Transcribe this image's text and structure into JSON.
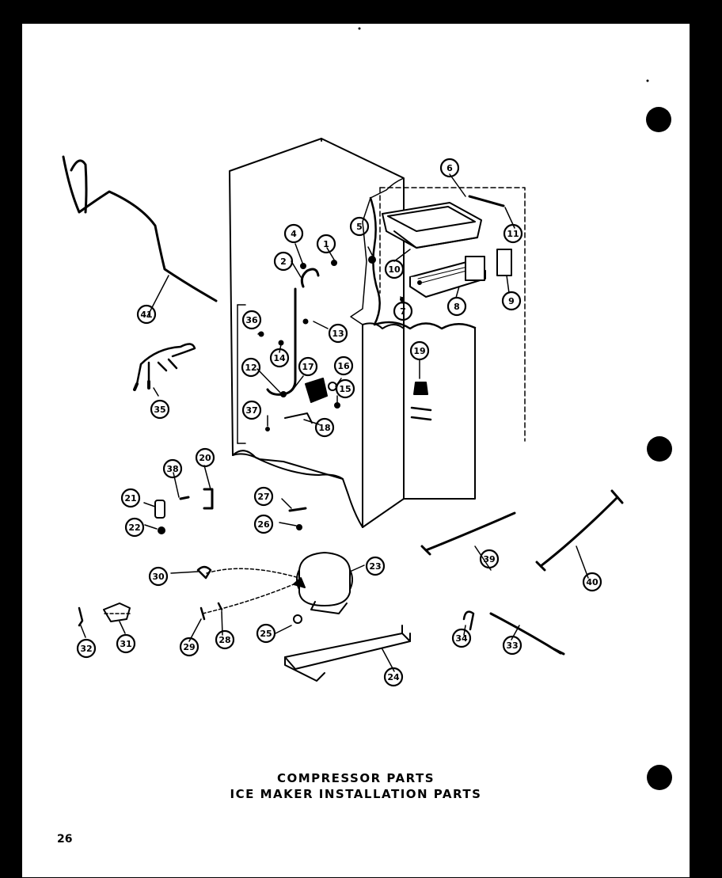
{
  "document": {
    "title_line1": "COMPRESSOR PARTS",
    "title_line2": "ICE MAKER INSTALLATION PARTS",
    "page_number": "26"
  },
  "callouts": [
    "1",
    "2",
    "4",
    "5",
    "6",
    "7",
    "8",
    "9",
    "10",
    "11",
    "12",
    "13",
    "14",
    "15",
    "16",
    "17",
    "18",
    "19",
    "20",
    "21",
    "22",
    "23",
    "24",
    "25",
    "26",
    "27",
    "28",
    "29",
    "30",
    "31",
    "32",
    "33",
    "34",
    "35",
    "36",
    "37",
    "38",
    "39",
    "40",
    "41"
  ]
}
